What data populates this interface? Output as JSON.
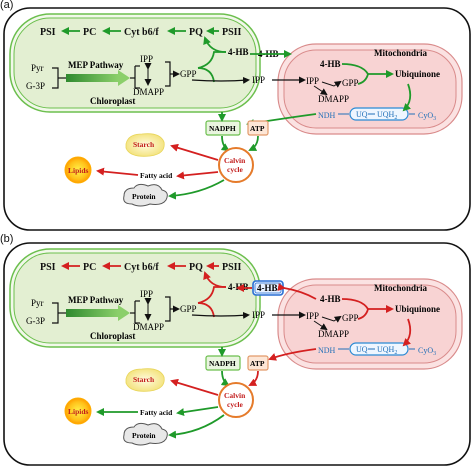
{
  "panels": [
    {
      "label": "(a)",
      "flux_color": "#1f9a2a",
      "chain": [
        "PSI",
        "PC",
        "Cyt b6/f",
        "PQ",
        "PSII"
      ],
      "four_hb_chloro": "4-HB",
      "four_hb_mid": "4-HB",
      "four_hb_mito": "4-HB",
      "pyr": "Pyr",
      "g3p": "G-3P",
      "mep": "MEP Pathway",
      "ipp": "IPP",
      "dmapp": "DMAPP",
      "gpp": "GPP",
      "chloroplast": "Chloroplast",
      "ipp_out": "IPP",
      "mito_title": "Mitochondria",
      "mito_ipp": "IPP",
      "mito_gpp": "GPP",
      "mito_dmapp": "DMAPP",
      "ubiquinone": "Ubiquinone",
      "uq": "UQ",
      "uqh": "UQH",
      "uqh_sub": "2",
      "ndh": "NDH",
      "cyo": "CyO",
      "cyo_sub": "3",
      "nadph": "NADPH",
      "atp": "ATP",
      "starch": "Starch",
      "calvin1": "Calvin",
      "calvin2": "cycle",
      "lipids": "Lipids",
      "fatty_acid": "Fatty acid",
      "protein": "Protein"
    },
    {
      "label": "(b)",
      "flux_color": "#d42020",
      "chain": [
        "PSI",
        "PC",
        "Cyt b6/f",
        "PQ",
        "PSII"
      ],
      "four_hb_chloro": "4-HB",
      "four_hb_mid": "4-HB",
      "four_hb_mito": "4-HB",
      "pyr": "Pyr",
      "g3p": "G-3P",
      "mep": "MEP Pathway",
      "ipp": "IPP",
      "dmapp": "DMAPP",
      "gpp": "GPP",
      "chloroplast": "Chloroplast",
      "ipp_out": "IPP",
      "mito_title": "Mitochondria",
      "mito_ipp": "IPP",
      "mito_gpp": "GPP",
      "mito_dmapp": "DMAPP",
      "ubiquinone": "Ubiquinone",
      "uq": "UQ",
      "uqh": "UQH",
      "uqh_sub": "2",
      "ndh": "NDH",
      "cyo": "CyO",
      "cyo_sub": "3",
      "nadph": "NADPH",
      "atp": "ATP",
      "starch": "Starch",
      "calvin1": "Calvin",
      "calvin2": "cycle",
      "lipids": "Lipids",
      "fatty_acid": "Fatty acid",
      "protein": "Protein"
    }
  ]
}
